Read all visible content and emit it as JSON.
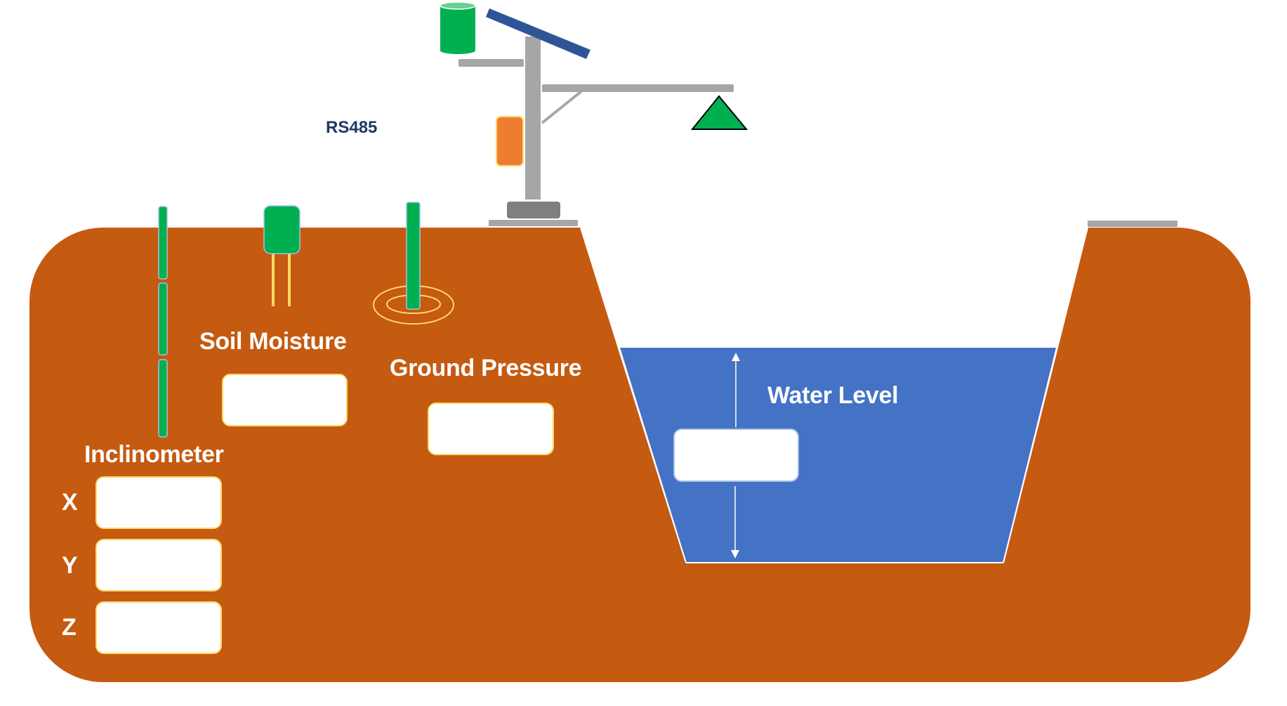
{
  "diagram": {
    "title": "Field sensor monitoring station",
    "link_label": "RS485",
    "colors": {
      "soil": "#c55a11",
      "water": "#4472c4",
      "sensor_green": "#00b050",
      "sensor_outline": "#a9bfe6",
      "probe_yellow": "#ffd966",
      "pole_gray": "#a6a6a6",
      "base_dark_gray": "#7f7f7f",
      "solar_panel": "#2f5597",
      "logger_orange": "#ed7d31",
      "label_text": "#ffffff",
      "rs485_text": "#1f3864"
    },
    "sensors": {
      "inclinometer": {
        "label": "Inclinometer",
        "axes": [
          {
            "axis": "X",
            "value": ""
          },
          {
            "axis": "Y",
            "value": ""
          },
          {
            "axis": "Z",
            "value": ""
          }
        ]
      },
      "soil_moisture": {
        "label": "Soil Moisture",
        "value": ""
      },
      "ground_pressure": {
        "label": "Ground Pressure",
        "value": ""
      },
      "water_level": {
        "label": "Water Level",
        "value": ""
      }
    },
    "station": {
      "components": [
        "rain-gauge",
        "solar-panel",
        "data-logger",
        "radar-sensor",
        "mounting-pole",
        "pole-base"
      ]
    }
  }
}
